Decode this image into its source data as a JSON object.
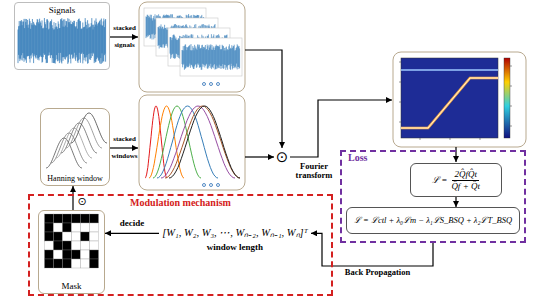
{
  "diagram": {
    "nodes": [
      {
        "text": [
          "Signals"
        ]
      },
      {
        "text": [
          "Hanning window"
        ]
      },
      {
        "text": [
          "Loss"
        ]
      },
      {
        "text": [
          "ℒ =",
          "2Q̂fQ̂t",
          "Q̂f + Q̂t"
        ],
        "in": 2
      },
      {
        "text": [
          "ℒ = ℒctl + λ₀ℒm − λ₁ℒS_BSQ + λ₂ℒT_BSQ"
        ],
        "in": 2
      },
      {
        "text": [
          "Modulation mechanism"
        ]
      },
      {
        "text": [
          "Mask"
        ],
        "in": 5
      },
      {
        "text": [
          "[W₁, W₂, W₃, ⋯, Wₙ₋₂, Wₙ₋₁, Wₙ]ᵀ",
          "window length"
        ],
        "in": 5
      }
    ],
    "edges": [
      {
        "from": 3,
        "to": 4,
        "arrow": "to"
      },
      {
        "from": 2,
        "to": 7,
        "label": "Back Propagation",
        "arrow": "to"
      },
      {
        "from": 7,
        "to": 6,
        "label": "decide",
        "arrow": "to"
      },
      {
        "from": 6,
        "to": 1,
        "label": "⊙",
        "arrow": "to"
      }
    ],
    "labels": [
      "stacked",
      "signals",
      "stacked",
      "windows",
      "⊙",
      "Fourier transform"
    ]
  }
}
